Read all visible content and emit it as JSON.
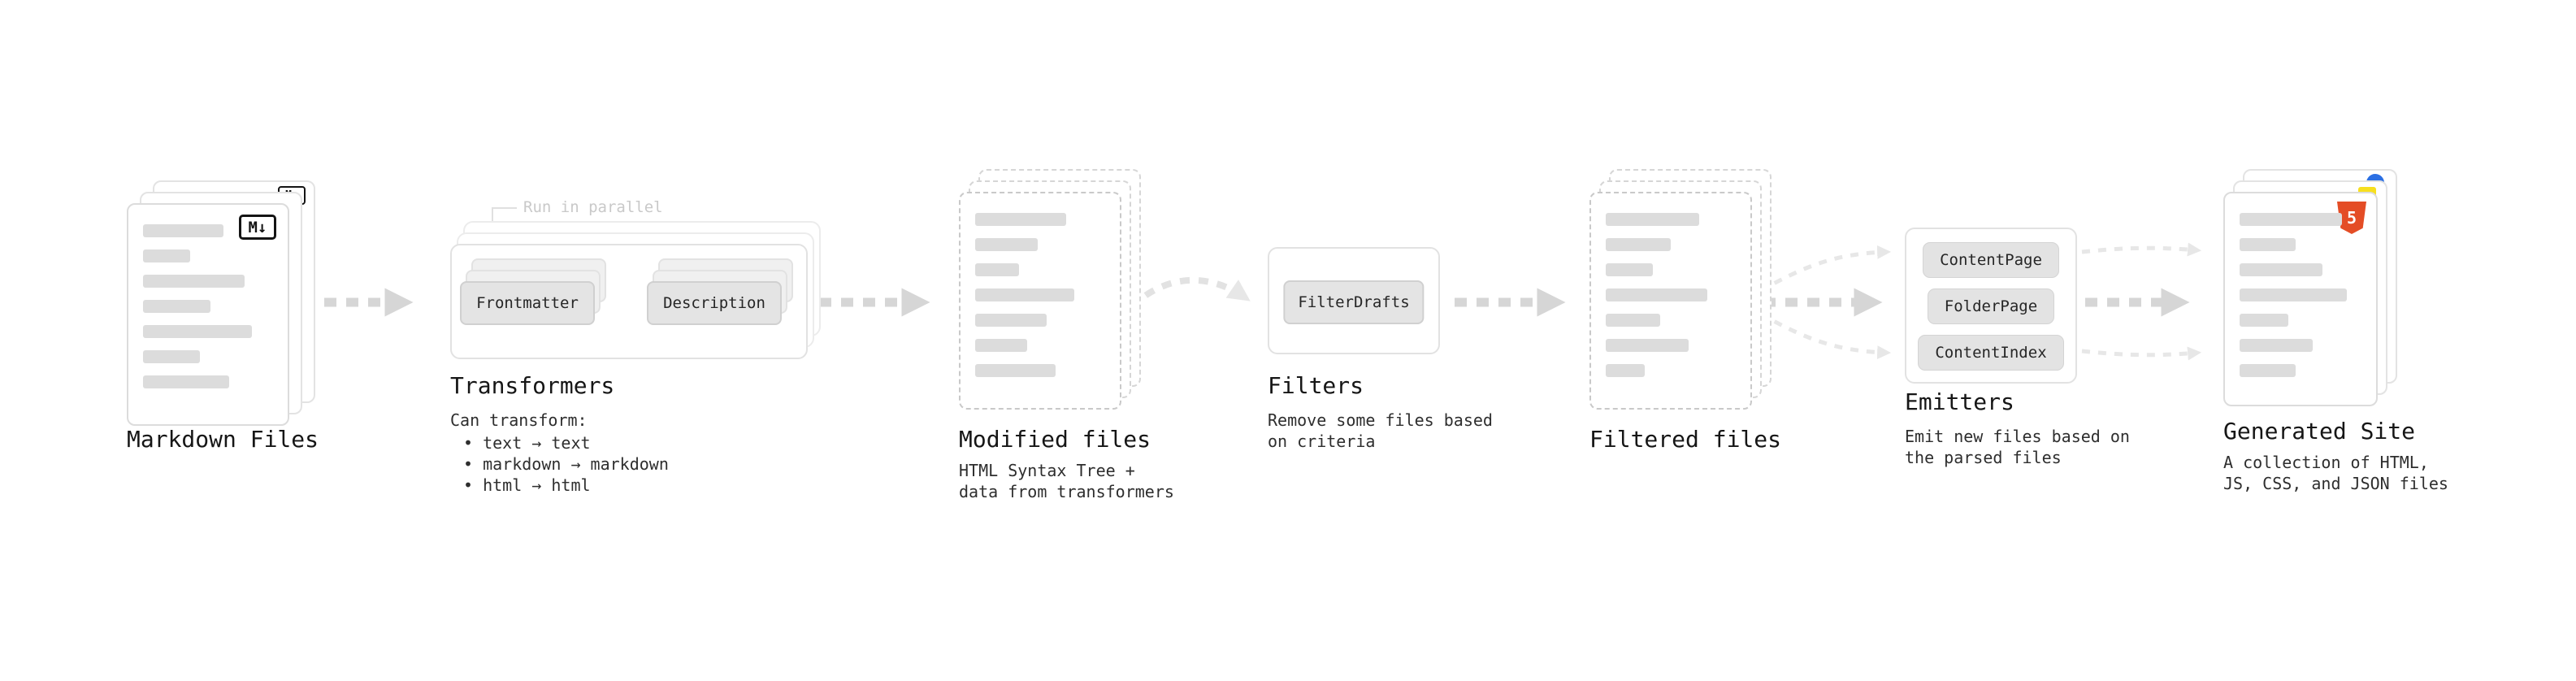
{
  "diagram": {
    "markdown_files": {
      "label": "Markdown Files",
      "icon_text": "M↓",
      "icon_text_small": "M↓"
    },
    "transformers": {
      "label": "Transformers",
      "annotation": "Run in parallel",
      "plugins": [
        "Frontmatter",
        "Description"
      ],
      "caption_title": "Can transform:",
      "bullets": [
        "• text → text",
        "• markdown → markdown",
        "• html → html"
      ]
    },
    "modified_files": {
      "label": "Modified files",
      "caption": "HTML Syntax Tree +\ndata from transformers"
    },
    "filters": {
      "label": "Filters",
      "plugins": [
        "FilterDrafts"
      ],
      "caption": "Remove some files based\non criteria"
    },
    "filtered_files": {
      "label": "Filtered files"
    },
    "emitters": {
      "label": "Emitters",
      "plugins": [
        "ContentPage",
        "FolderPage",
        "ContentIndex"
      ],
      "caption": "Emit new files based on\nthe parsed files"
    },
    "generated_site": {
      "label": "Generated Site",
      "icon_text": "5",
      "caption": "A collection of HTML,\nJS, CSS, and JSON files"
    }
  },
  "colors": {
    "arrow": "#d6d6d6",
    "arrow_light": "#e7e7e7",
    "html5_orange": "#e44d26",
    "js_yellow": "#f7df1e",
    "css_blue": "#2b6fe3",
    "markdown_black": "#141414"
  }
}
